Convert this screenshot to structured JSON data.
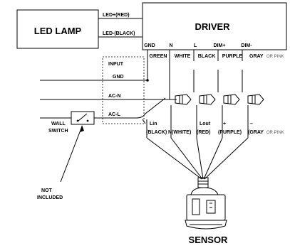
{
  "lamp": {
    "label": "LED LAMP"
  },
  "lamp_leads": {
    "positive": "LED+(RED)",
    "negative": "LED-(BLACK)"
  },
  "driver": {
    "label": "DRIVER",
    "terminals": [
      "GND",
      "N",
      "L",
      "DIM+",
      "DIM-"
    ],
    "wire_colors": [
      "GREEN",
      "WHITE",
      "BLACK",
      "PURPLE",
      "GRAY"
    ],
    "or_pink": "OR PINK"
  },
  "input": {
    "label": "INPUT",
    "lines": [
      "GND",
      "AC-N",
      "AC-L"
    ]
  },
  "wall_switch": {
    "label_line1": "WALL",
    "label_line2": "SWITCH"
  },
  "not_included": {
    "line1": "NOT",
    "line2": "INCLUDED"
  },
  "sensor": {
    "label": "SENSOR",
    "leads": [
      {
        "top": "Lin",
        "bottom": "(BLACK)"
      },
      {
        "top": "",
        "bottom": "N(WHITE)"
      },
      {
        "top": "Lout",
        "bottom": "(RED)"
      },
      {
        "top": "+",
        "bottom": "(PURPLE)"
      },
      {
        "top": "–",
        "bottom": "(GRAY"
      }
    ],
    "or_pink": "OR PINK"
  }
}
